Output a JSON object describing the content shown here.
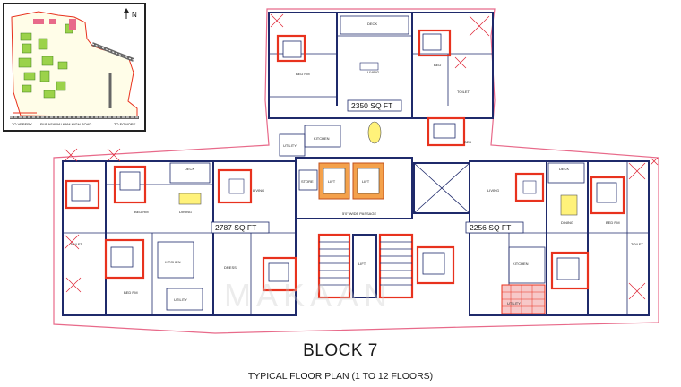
{
  "plan": {
    "title": "BLOCK 7",
    "subtitle": "TYPICAL FLOOR PLAN (1 TO 12 FLOORS)",
    "areas": {
      "top_unit": "2350 SQ FT",
      "left_unit": "2787 SQ FT",
      "right_unit": "2256 SQ FT"
    },
    "passage": "5'0\" WIDE PASSAGE",
    "rooms": {
      "deck_top": "DECK",
      "living_top": "LIVING",
      "bed_top_left": "BED RM",
      "bed_top_right": "BED",
      "toilet_top": "TOILET",
      "kitchen_top": "KITCHEN",
      "utility_top": "UTILITY",
      "store": "STORE",
      "lift_a": "LIFT",
      "lift_b": "LIFT",
      "bed_center": "BED",
      "living_left": "LIVING",
      "dining_left": "DINING",
      "deck_left": "DECK",
      "bed_left_a": "BED RM",
      "bed_left_b": "BED RM",
      "toilet_left": "TOILET",
      "kitchen_left": "KITCHEN",
      "utility_left": "UTILITY",
      "dress_left": "DRESS",
      "living_right": "LIVING",
      "dining_right": "DINING",
      "deck_right": "DECK",
      "bed_right_a": "BED RM",
      "toilet_right": "TOILET",
      "kitchen_right": "KITCHEN",
      "utility_right": "UTILITY",
      "lift_lobby": "LIFT"
    },
    "watermark": "MAKAAN"
  },
  "site_map": {
    "labels": {
      "north": "N",
      "road": "PURASAWALKAM HIGH ROAD",
      "to_egmore": "TO EGMORE",
      "to_vepery": "TO VEPERY"
    }
  },
  "colors": {
    "wall": "#1f2a6b",
    "accent_red": "#e8321e",
    "lift": "#f4a14b",
    "dining_table": "#fff27a",
    "utility_hatch": "#e8321e",
    "site_green": "#9bd24a"
  }
}
